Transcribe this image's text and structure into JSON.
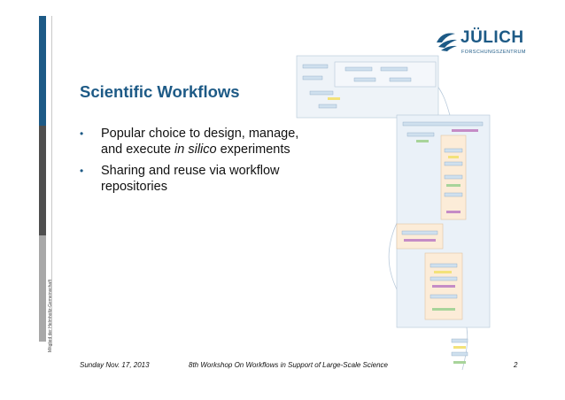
{
  "sidebar": {
    "vertical_text": "Mitglied der Helmholtz-Gemeinschaft"
  },
  "logo": {
    "name": "JÜLICH",
    "subtitle": "FORSCHUNGSZENTRUM"
  },
  "slide": {
    "title": "Scientific Workflows",
    "bullets": [
      {
        "parts": [
          "Popular choice to design, manage, and execute ",
          "in silico",
          " experiments"
        ]
      },
      {
        "parts": [
          "Sharing and reuse via workflow repositories"
        ]
      }
    ]
  },
  "footer": {
    "date": "Sunday Nov. 17, 2013",
    "conference": "8th Workshop On Workflows in Support of Large-Scale Science",
    "page": "2"
  },
  "colors": {
    "brand": "#1d5a86",
    "bar_dark": "#4f4f4f",
    "bar_light": "#a8a8a8"
  }
}
